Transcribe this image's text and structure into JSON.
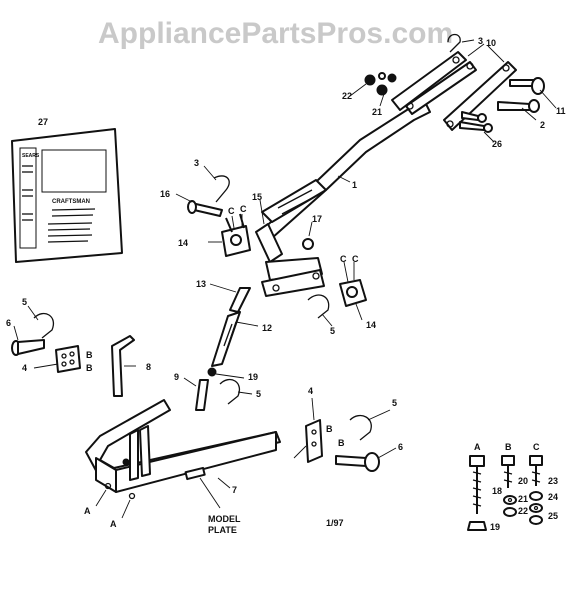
{
  "watermark": "AppliancePartsPros.com",
  "footer_code": "1/97",
  "model_plate_label": [
    "MODEL",
    "PLATE"
  ],
  "manual_card": {
    "brand": "SEARS",
    "product": "CRAFTSMAN"
  },
  "callouts": {
    "c1": "1",
    "c2": "2",
    "c3a": "3",
    "c3b": "3",
    "c4a": "4",
    "c4b": "4",
    "c5a": "5",
    "c5b": "5",
    "c5c": "5",
    "c5d": "5",
    "c6a": "6",
    "c6b": "6",
    "c7": "7",
    "c8": "8",
    "c9": "9",
    "c10": "10",
    "c11": "11",
    "c12": "12",
    "c13": "13",
    "c14a": "14",
    "c14b": "14",
    "c15": "15",
    "c16": "16",
    "c17": "17",
    "c19a": "19",
    "c19b": "19",
    "c20": "20",
    "c21a": "21",
    "c21b": "21",
    "c22a": "22",
    "c22b": "22",
    "c23": "23",
    "c24": "24",
    "c25": "25",
    "c26": "26",
    "c27": "27",
    "A1": "A",
    "A2": "A",
    "A3": "A",
    "B1": "B",
    "B2": "B",
    "B3": "B",
    "B4": "B",
    "B5": "B",
    "C1": "C",
    "C2": "C",
    "C3": "C",
    "C4": "C",
    "C5": "C"
  }
}
